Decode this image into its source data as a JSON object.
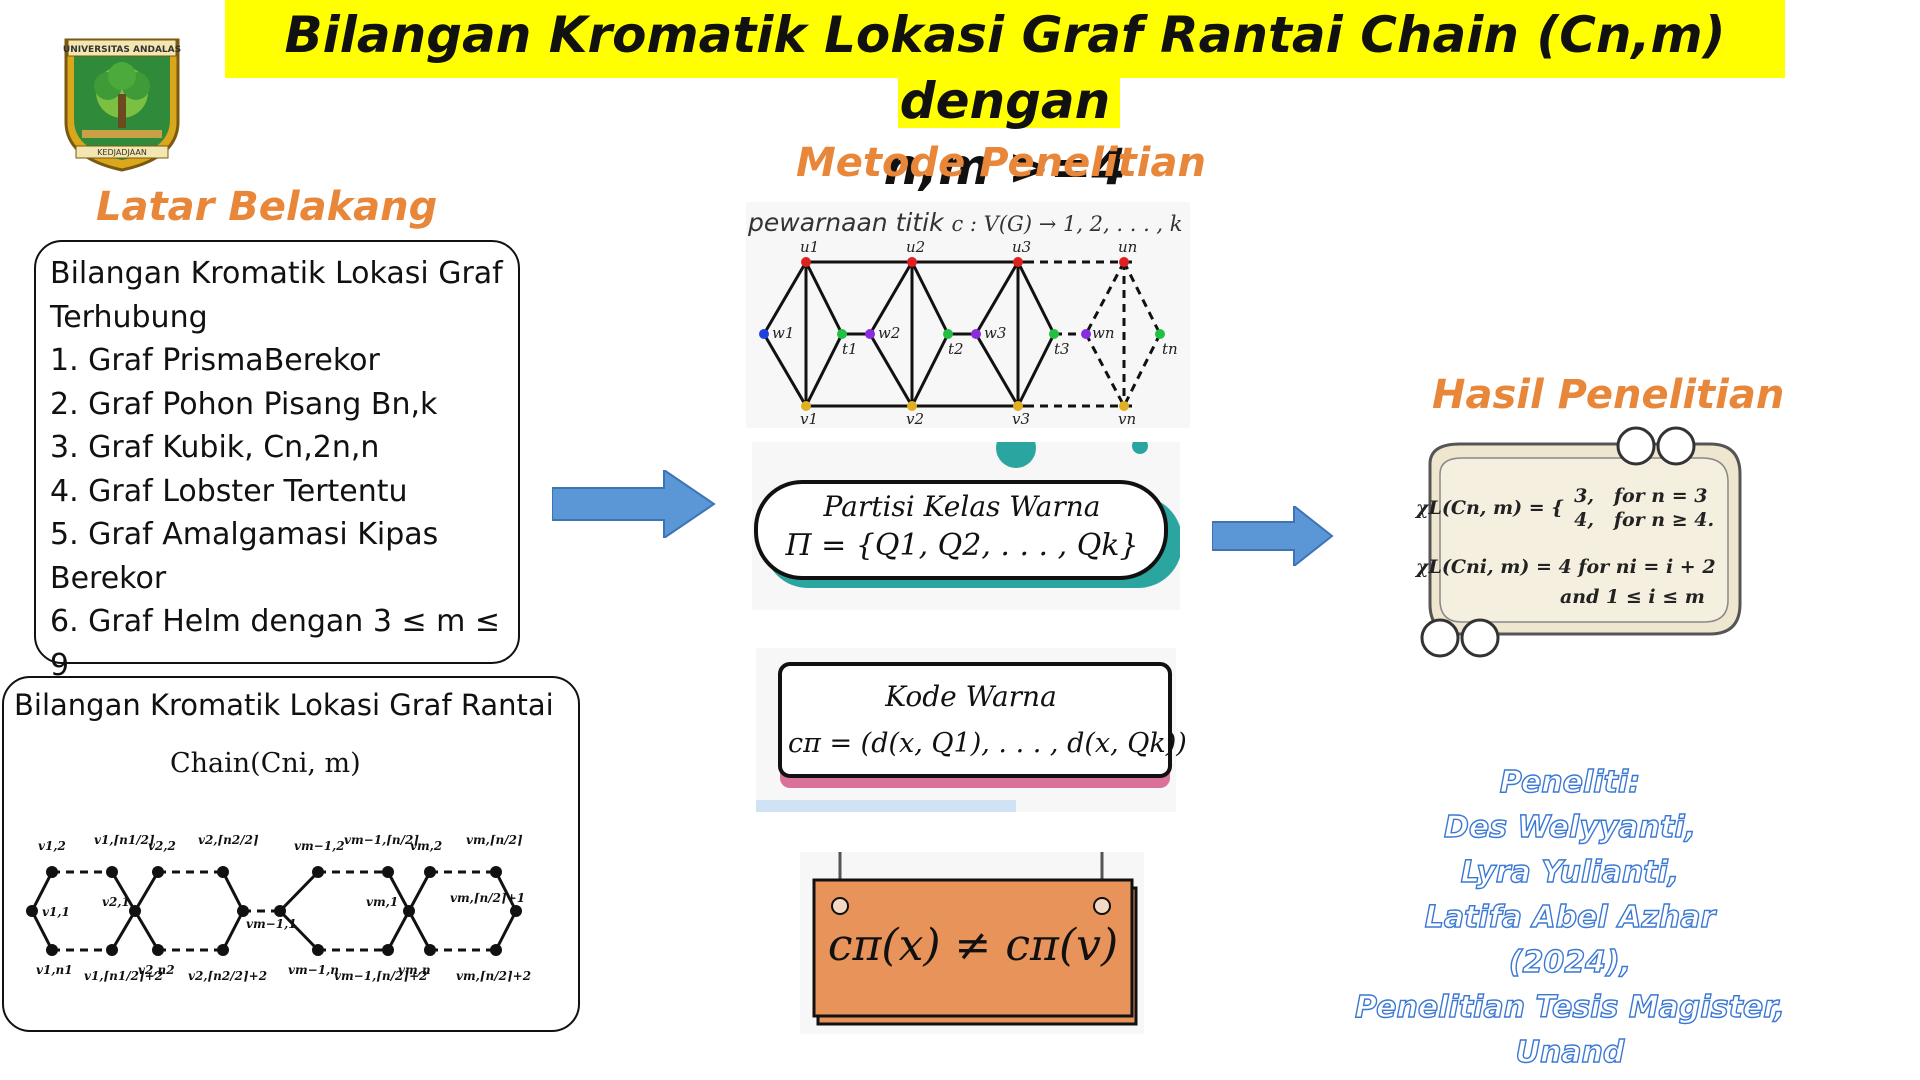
{
  "title": {
    "line1": "Bilangan Kromatik Lokasi Graf Rantai Chain (Cn,m) dengan",
    "line2": "n,m >=4"
  },
  "logo": {
    "name": "universitas-andalas-logo",
    "text_top": "UNIVERSITAS ANDALAS",
    "text_bottom": "KEDJADJAAN"
  },
  "latar_belakang": {
    "heading": "Latar Belakang",
    "items": [
      "Bilangan Kromatik Lokasi Graf",
      "Terhubung",
      "1. Graf PrismaBerekor",
      "2. Graf Pohon Pisang Bn,k",
      "3. Graf Kubik, Cn,2n,n",
      "4. Graf Lobster Tertentu",
      "5. Graf Amalgamasi Kipas",
      "Berekor",
      "6. Graf Helm dengan 3 ≤ m ≤ 9"
    ]
  },
  "rantai_box": {
    "title": "Bilangan Kromatik Lokasi Graf Rantai",
    "formula": "Chain(Cni, m)",
    "top_labels": [
      "v1,2",
      "v1,⌈n1/2⌉",
      "v2,2",
      "v2,⌈n2/2⌉",
      "vm−1,2",
      "vm−1,⌈n/2⌉",
      "vm,2",
      "vm,⌈n/2⌉"
    ],
    "mid_labels": [
      "v1,1",
      "v2,1",
      "vm−1,1",
      "vm,1",
      "vm,⌈n/2⌉+1"
    ],
    "bottom_labels": [
      "v1,n1",
      "v1,⌈n1/2⌉+2",
      "v2,n2",
      "v2,⌈n2/2⌉+2",
      "vm−1,n",
      "vm−1,⌈n/2⌉+2",
      "vm,n",
      "vm,⌈n/2⌉+2"
    ]
  },
  "metode": {
    "heading": "Metode Penelitian",
    "coloring_label": "pewarnaan titik",
    "coloring_formula": "c : V(G) → 1, 2, . . . , k",
    "graph_labels": {
      "u": [
        "u1",
        "u2",
        "u3",
        "un"
      ],
      "w": [
        "w1",
        "w2",
        "w3",
        "wn"
      ],
      "t": [
        "t1",
        "t2",
        "t3",
        "tn"
      ],
      "v": [
        "v1",
        "v2",
        "v3",
        "vn"
      ]
    },
    "partisi_title": "Partisi Kelas Warna",
    "partisi_formula": "Π = {Q1, Q2, . . . , Qk}",
    "kode_title": "Kode Warna",
    "kode_formula": "cπ = (d(x, Q1), . . . , d(x, Qk))",
    "condition_formula": "cπ(x) ≠ cπ(v)"
  },
  "hasil": {
    "heading": "Hasil Penelitian",
    "lhs1": "χL(Cn, m) = {",
    "case1_val": "3,",
    "case1_cond": "for n = 3",
    "case2_val": "4,",
    "case2_cond": "for n ≥ 4.",
    "line2": "χL(Cni, m) = 4 for ni = i + 2",
    "line3": "and 1 ≤ i ≤ m"
  },
  "peneliti": {
    "lines": [
      "Peneliti:",
      "Des Welyyanti,",
      "Lyra Yulianti,",
      "Latifa Abel Azhar",
      "(2024),",
      "Penelitian Tesis Magister,",
      "Unand"
    ]
  },
  "colors": {
    "highlight": "#ffff00",
    "heading_orange": "#e8873a",
    "arrow_blue": "#5b96d6",
    "teal": "#2aa5a0",
    "pink": "#d9719b",
    "sign_orange": "#e8935a",
    "researcher_blue": "#3a78d4",
    "scroll_beige": "#efe6cf"
  }
}
